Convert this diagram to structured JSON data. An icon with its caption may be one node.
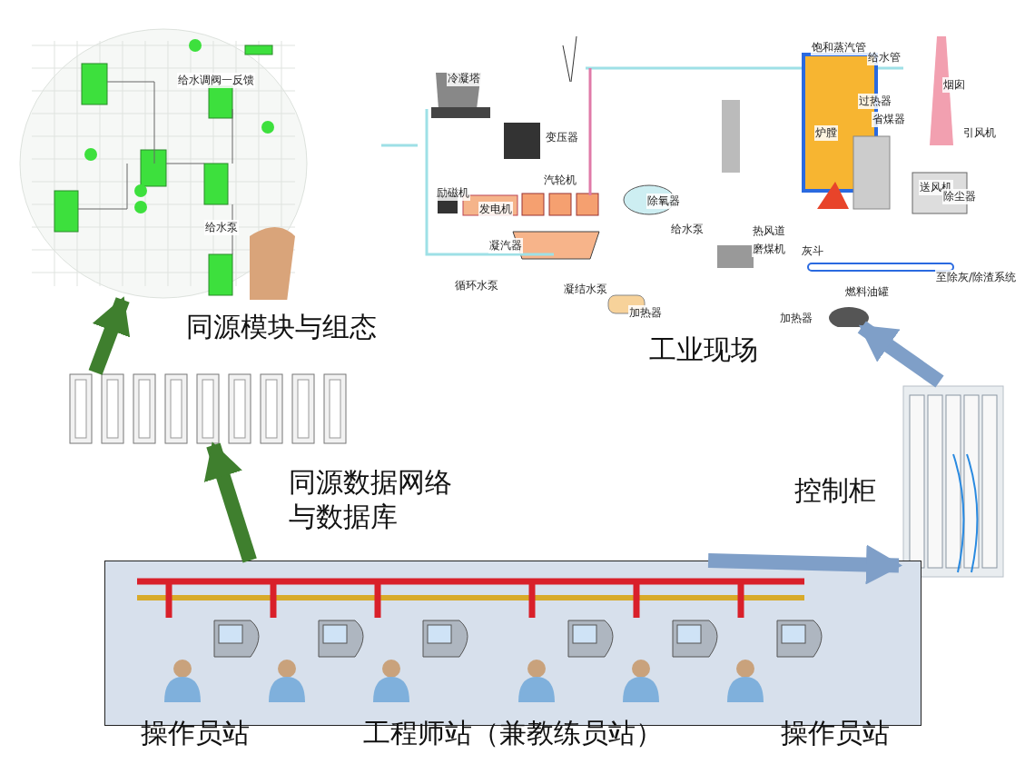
{
  "diagram": {
    "nodes": [
      {
        "text": [],
        "shape": "picture",
        "beside": [
          "同源模块与组态"
        ]
      },
      {
        "text": [],
        "shape": "picture"
      },
      {
        "text": [],
        "shape": "picture",
        "beside": [
          "工业现场"
        ]
      },
      {
        "text": [],
        "shape": "picture",
        "beside": [
          "控制柜"
        ]
      },
      {
        "text": [
          "操作员站",
          "工程师站（兼教练员站）",
          "操作员站"
        ]
      }
    ],
    "edges": [
      {
        "from": 4,
        "to": 1,
        "arrow": "to",
        "label": "同源数据网络与数据库",
        "color": "#3f7f2e"
      },
      {
        "from": 1,
        "to": 0,
        "arrow": "to",
        "color": "#3f7f2e"
      },
      {
        "from": 4,
        "to": 3,
        "arrow": "to",
        "color": "#7f9fc8"
      },
      {
        "from": 3,
        "to": 2,
        "arrow": "to",
        "color": "#7f9fc8"
      }
    ],
    "labels": [
      "给水调阀一反馈",
      "给水泵",
      "冷凝塔",
      "变压器",
      "励磁机",
      "发电机",
      "汽轮机",
      "凝汽器",
      "循环水泵",
      "凝结水泵",
      "除氧器",
      "给水泵",
      "加热器",
      "饱和蒸汽管",
      "给水管",
      "过热器",
      "省煤器",
      "炉膛",
      "烟囱",
      "引风机",
      "送风机",
      "除尘器",
      "热风道",
      "磨煤机",
      "灰斗",
      "燃料油罐",
      "至除灰/除渣系统",
      "加热器"
    ]
  }
}
